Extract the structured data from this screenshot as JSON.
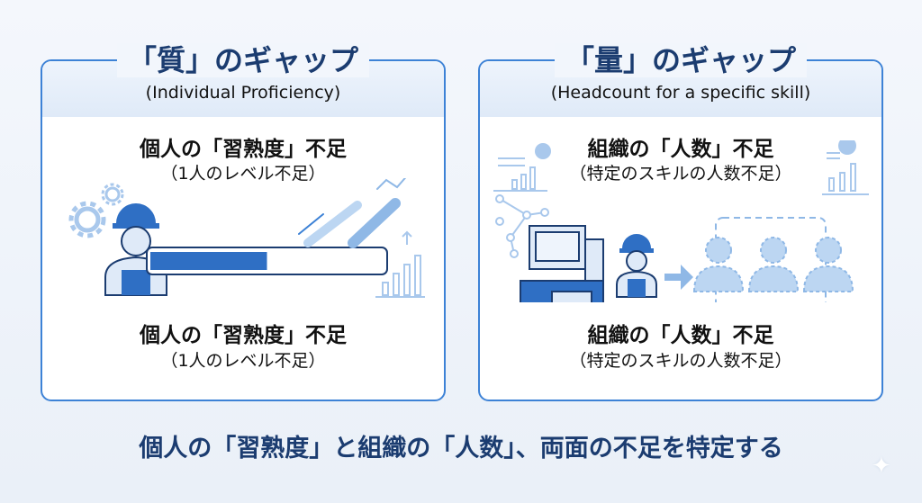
{
  "left_panel": {
    "title": "「質」のギャップ",
    "subtitle": "(Individual Proficiency)",
    "top_line1": "個人の「習熟度」不足",
    "top_line2": "（1人のレベル不足）",
    "bottom_line1": "個人の「習熟度」不足",
    "bottom_line2": "（1人のレベル不足）",
    "proficiency_fill_percent": 50
  },
  "right_panel": {
    "title": "「量」のギャップ",
    "subtitle": "(Headcount for a specific skill)",
    "top_line1": "組織の「人数」不足",
    "top_line2": "（特定のスキルの人数不足）",
    "bottom_line1": "組織の「人数」不足",
    "bottom_line2": "（特定のスキルの人数不足）"
  },
  "caption": "個人の「習熟度」と組織の「人数」、両面の不足を特定する",
  "colors": {
    "accent": "#3d82d6",
    "navy": "#1b3c70",
    "light": "#a9c8ec"
  }
}
